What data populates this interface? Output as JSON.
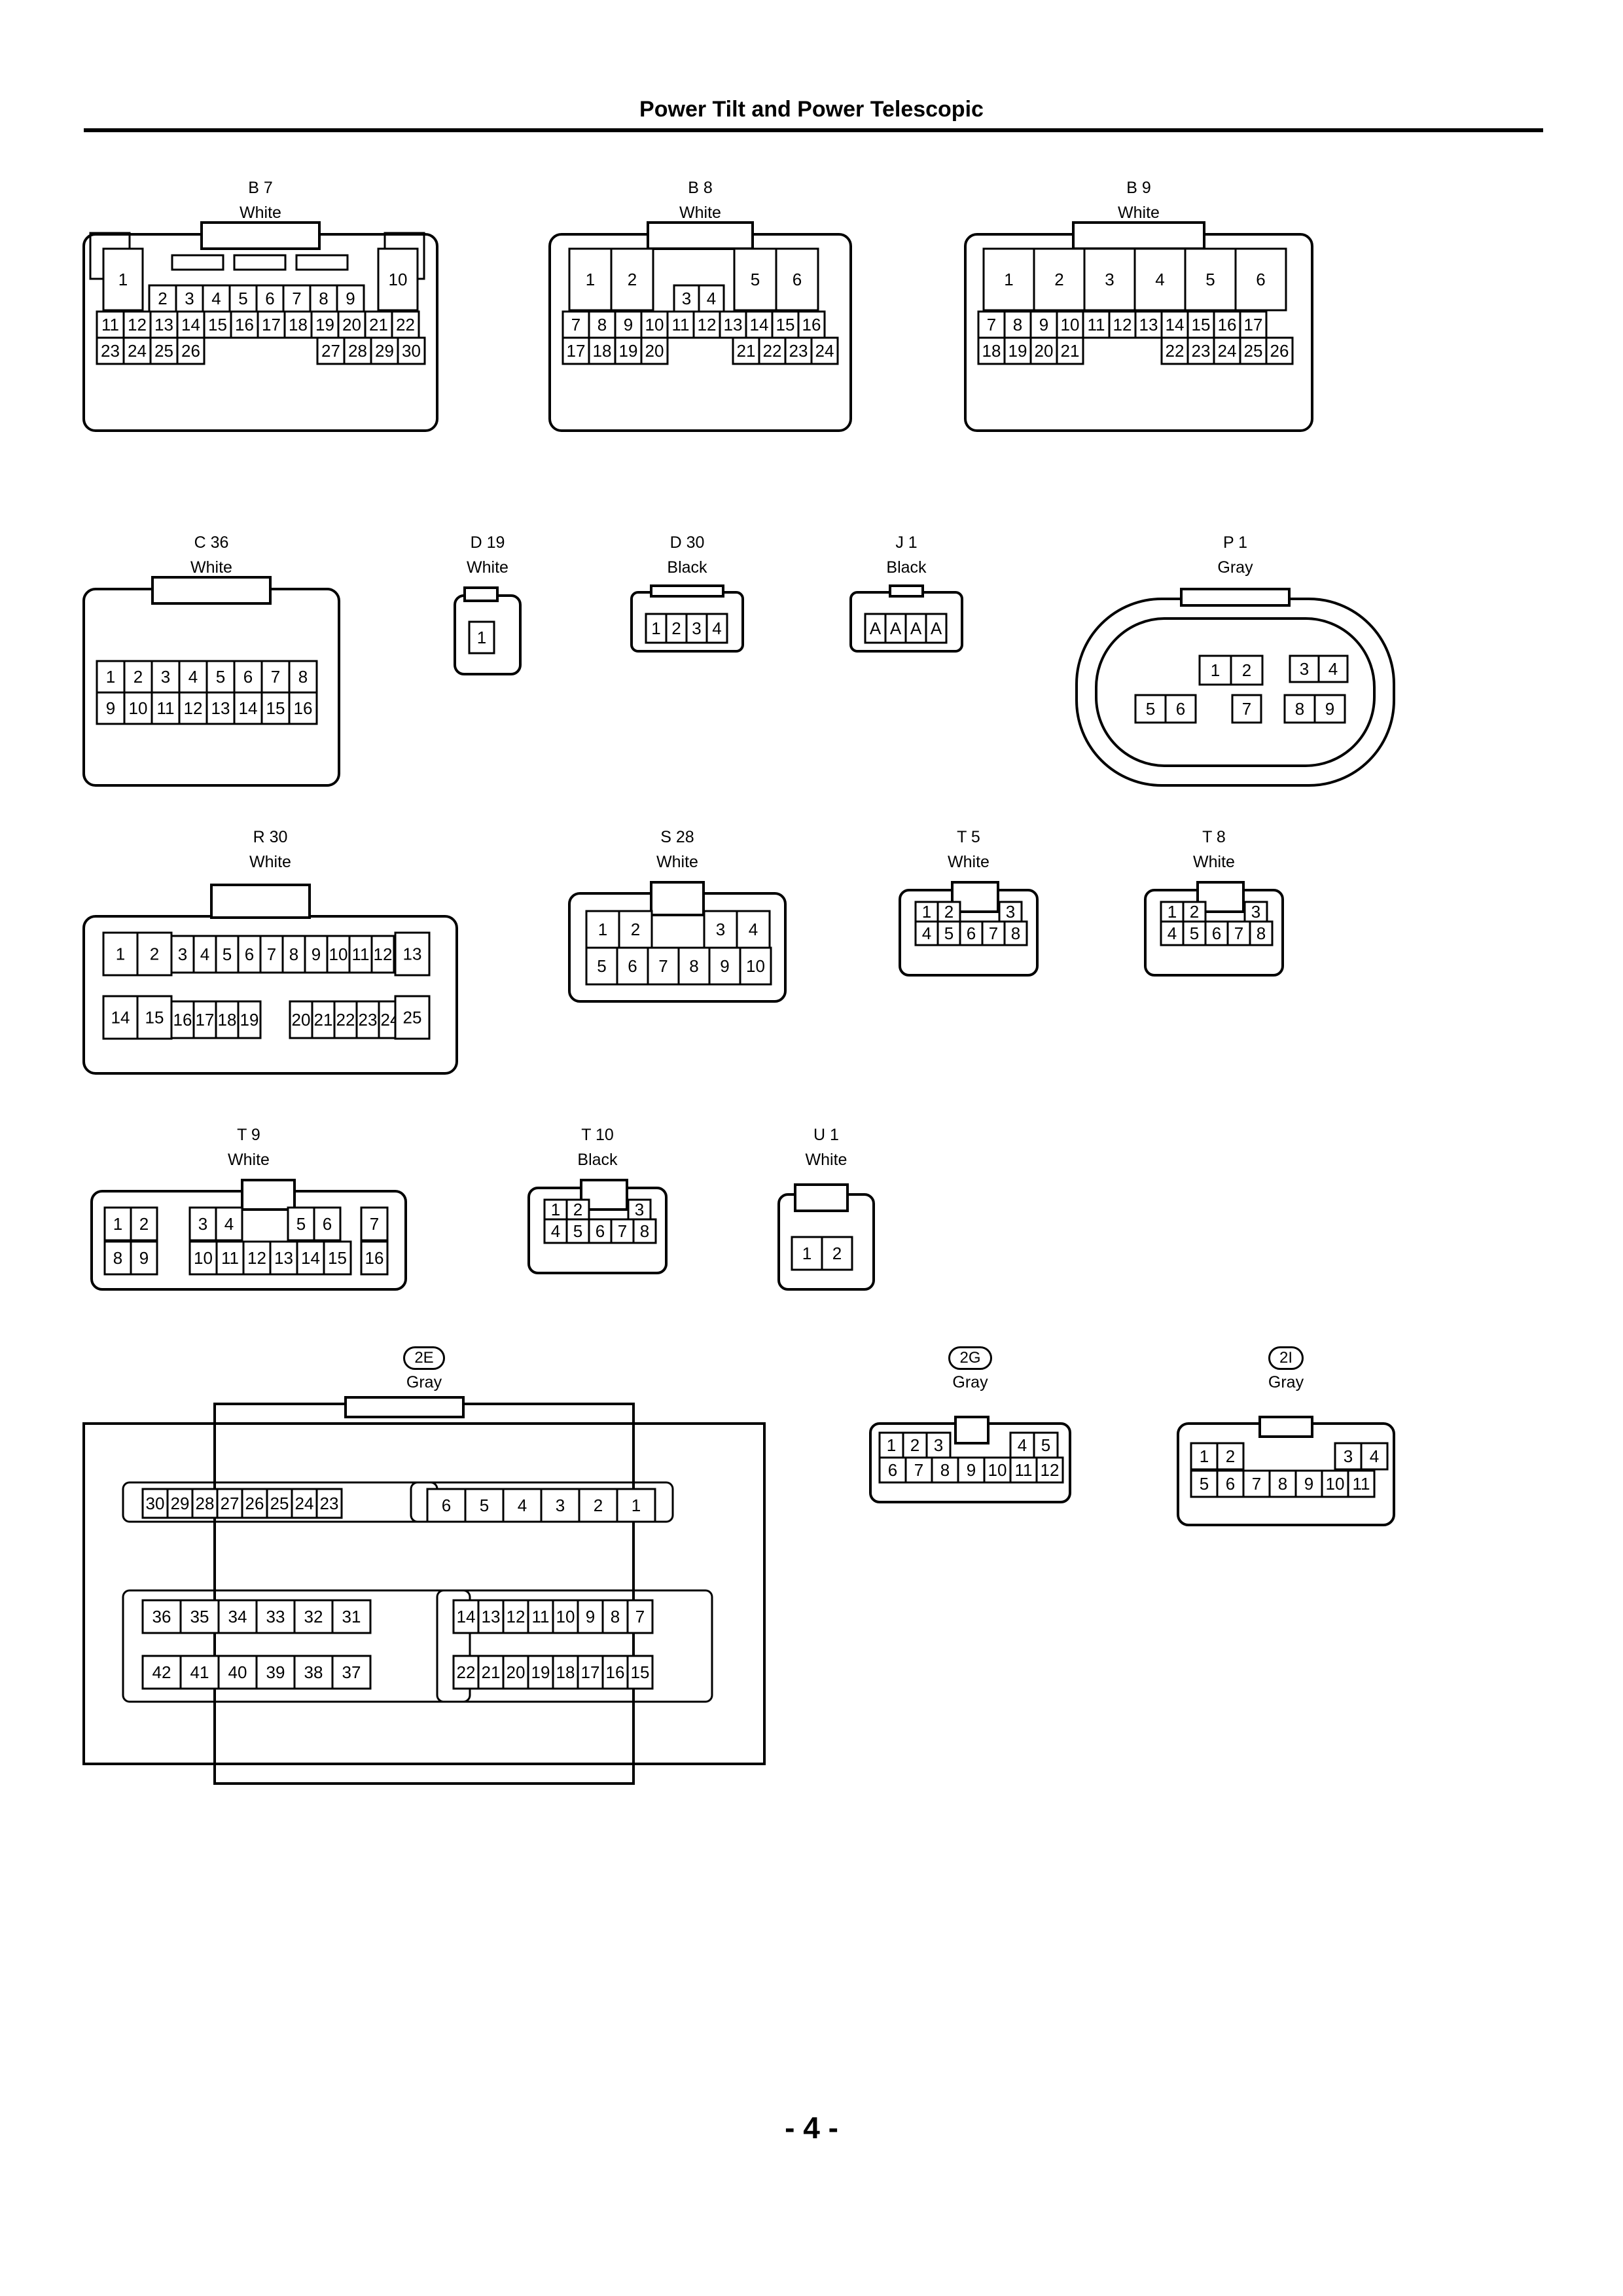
{
  "page": {
    "title": "Power Tilt and Power Telescopic",
    "page_number": "- 4 -"
  },
  "connectors": {
    "B7": {
      "code": "B 7",
      "color": "White",
      "rows": [
        [
          "1",
          "10"
        ],
        [
          "2",
          "3",
          "4",
          "5",
          "6",
          "7",
          "8",
          "9"
        ],
        [
          "11",
          "12",
          "13",
          "14",
          "15",
          "16",
          "17",
          "18",
          "19",
          "20",
          "21",
          "22"
        ],
        [
          "23",
          "24",
          "25",
          "26",
          "27",
          "28",
          "29",
          "30"
        ]
      ]
    },
    "B8": {
      "code": "B 8",
      "color": "White",
      "rows": [
        [
          "1",
          "2",
          "5",
          "6"
        ],
        [
          "3",
          "4"
        ],
        [
          "7",
          "8",
          "9",
          "10",
          "11",
          "12",
          "13",
          "14",
          "15",
          "16"
        ],
        [
          "17",
          "18",
          "19",
          "20",
          "21",
          "22",
          "23",
          "24"
        ]
      ]
    },
    "B9": {
      "code": "B 9",
      "color": "White",
      "rows": [
        [
          "1",
          "2",
          "3",
          "4",
          "5",
          "6"
        ],
        [
          "7",
          "8",
          "9",
          "10",
          "11",
          "12",
          "13",
          "14",
          "15",
          "16",
          "17"
        ],
        [
          "18",
          "19",
          "20",
          "21",
          "22",
          "23",
          "24",
          "25",
          "26"
        ]
      ]
    },
    "C36": {
      "code": "C 36",
      "color": "White",
      "rows": [
        [
          "1",
          "2",
          "3",
          "4",
          "5",
          "6",
          "7",
          "8"
        ],
        [
          "9",
          "10",
          "11",
          "12",
          "13",
          "14",
          "15",
          "16"
        ]
      ]
    },
    "D19": {
      "code": "D 19",
      "color": "White",
      "rows": [
        [
          "1"
        ]
      ]
    },
    "D30": {
      "code": "D 30",
      "color": "Black",
      "rows": [
        [
          "1",
          "2",
          "3",
          "4"
        ]
      ]
    },
    "J1": {
      "code": "J 1",
      "color": "Black",
      "rows": [
        [
          "A",
          "A",
          "A",
          "A"
        ]
      ]
    },
    "P1": {
      "code": "P 1",
      "color": "Gray",
      "rows": [
        [
          "1",
          "2",
          "3",
          "4"
        ],
        [
          "5",
          "6",
          "7",
          "8",
          "9"
        ]
      ]
    },
    "R30": {
      "code": "R 30",
      "color": "White",
      "rows": [
        [
          "1",
          "2",
          "3",
          "4",
          "5",
          "6",
          "7",
          "8",
          "9",
          "10",
          "11",
          "12",
          "13"
        ],
        [
          "14",
          "15",
          "16",
          "17",
          "18",
          "19",
          "20",
          "21",
          "22",
          "23",
          "24",
          "25"
        ]
      ]
    },
    "S28": {
      "code": "S 28",
      "color": "White",
      "rows": [
        [
          "1",
          "2",
          "3",
          "4"
        ],
        [
          "5",
          "6",
          "7",
          "8",
          "9",
          "10"
        ]
      ]
    },
    "T5": {
      "code": "T 5",
      "color": "White",
      "rows": [
        [
          "1",
          "2",
          "3"
        ],
        [
          "4",
          "5",
          "6",
          "7",
          "8"
        ]
      ]
    },
    "T8": {
      "code": "T 8",
      "color": "White",
      "rows": [
        [
          "1",
          "2",
          "3"
        ],
        [
          "4",
          "5",
          "6",
          "7",
          "8"
        ]
      ]
    },
    "T9": {
      "code": "T 9",
      "color": "White",
      "rows": [
        [
          "1",
          "2",
          "3",
          "4",
          "5",
          "6",
          "7"
        ],
        [
          "8",
          "9",
          "10",
          "11",
          "12",
          "13",
          "14",
          "15",
          "16"
        ]
      ]
    },
    "T10": {
      "code": "T 10",
      "color": "Black",
      "rows": [
        [
          "1",
          "2",
          "3"
        ],
        [
          "4",
          "5",
          "6",
          "7",
          "8"
        ]
      ]
    },
    "U1": {
      "code": "U 1",
      "color": "White",
      "rows": [
        [
          "1",
          "2"
        ]
      ]
    },
    "2E": {
      "code": "2E",
      "color": "Gray",
      "rows": [
        [
          "30",
          "29",
          "28",
          "27",
          "26",
          "25",
          "24",
          "23"
        ],
        [
          "6",
          "5",
          "4",
          "3",
          "2",
          "1"
        ],
        [
          "36",
          "35",
          "34",
          "33",
          "32",
          "31"
        ],
        [
          "14",
          "13",
          "12",
          "11",
          "10",
          "9",
          "8",
          "7"
        ],
        [
          "42",
          "41",
          "40",
          "39",
          "38",
          "37"
        ],
        [
          "22",
          "21",
          "20",
          "19",
          "18",
          "17",
          "16",
          "15"
        ]
      ]
    },
    "2G": {
      "code": "2G",
      "color": "Gray",
      "rows": [
        [
          "1",
          "2",
          "3",
          "4",
          "5"
        ],
        [
          "6",
          "7",
          "8",
          "9",
          "10",
          "11",
          "12"
        ]
      ]
    },
    "2I": {
      "code": "2I",
      "color": "Gray",
      "rows": [
        [
          "1",
          "2",
          "3",
          "4"
        ],
        [
          "5",
          "6",
          "7",
          "8",
          "9",
          "10",
          "11"
        ]
      ]
    }
  }
}
